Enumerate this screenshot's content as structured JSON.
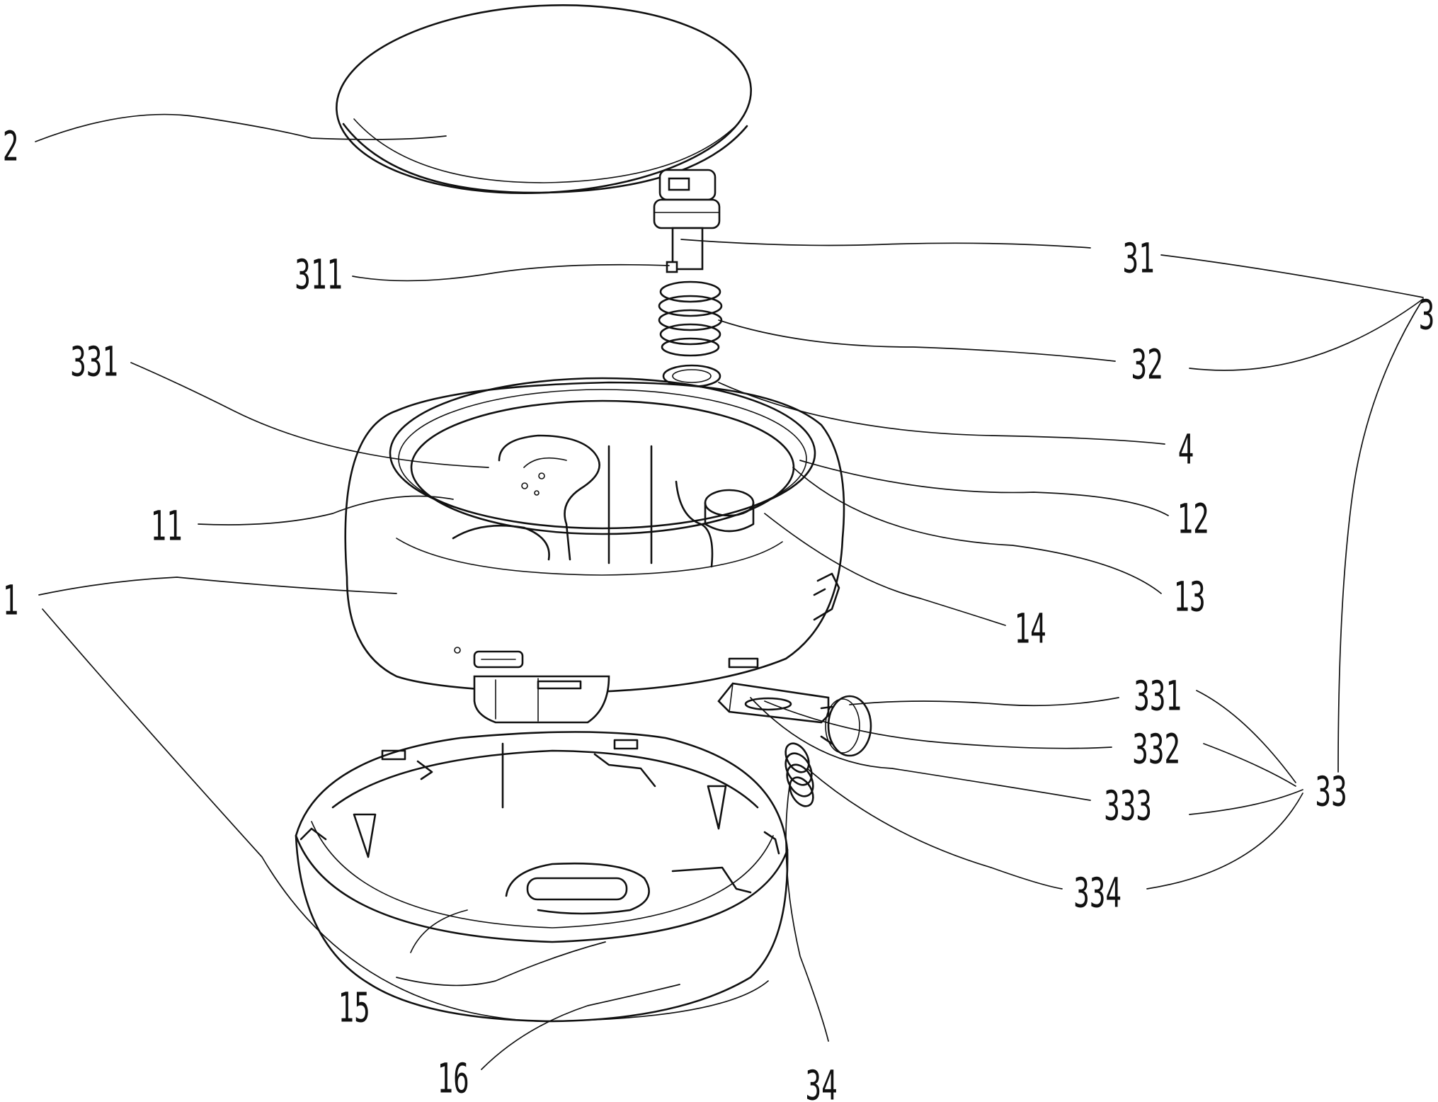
{
  "labels": {
    "l1": "1",
    "l2": "2",
    "l3": "3",
    "l4": "4",
    "l11": "11",
    "l12": "12",
    "l13": "13",
    "l14": "14",
    "l15": "15",
    "l16": "16",
    "l31": "31",
    "l32": "32",
    "l33": "33",
    "l34": "34",
    "l311": "311",
    "l331a": "331",
    "l331b": "331",
    "l332": "332",
    "l333": "333",
    "l334": "334"
  }
}
